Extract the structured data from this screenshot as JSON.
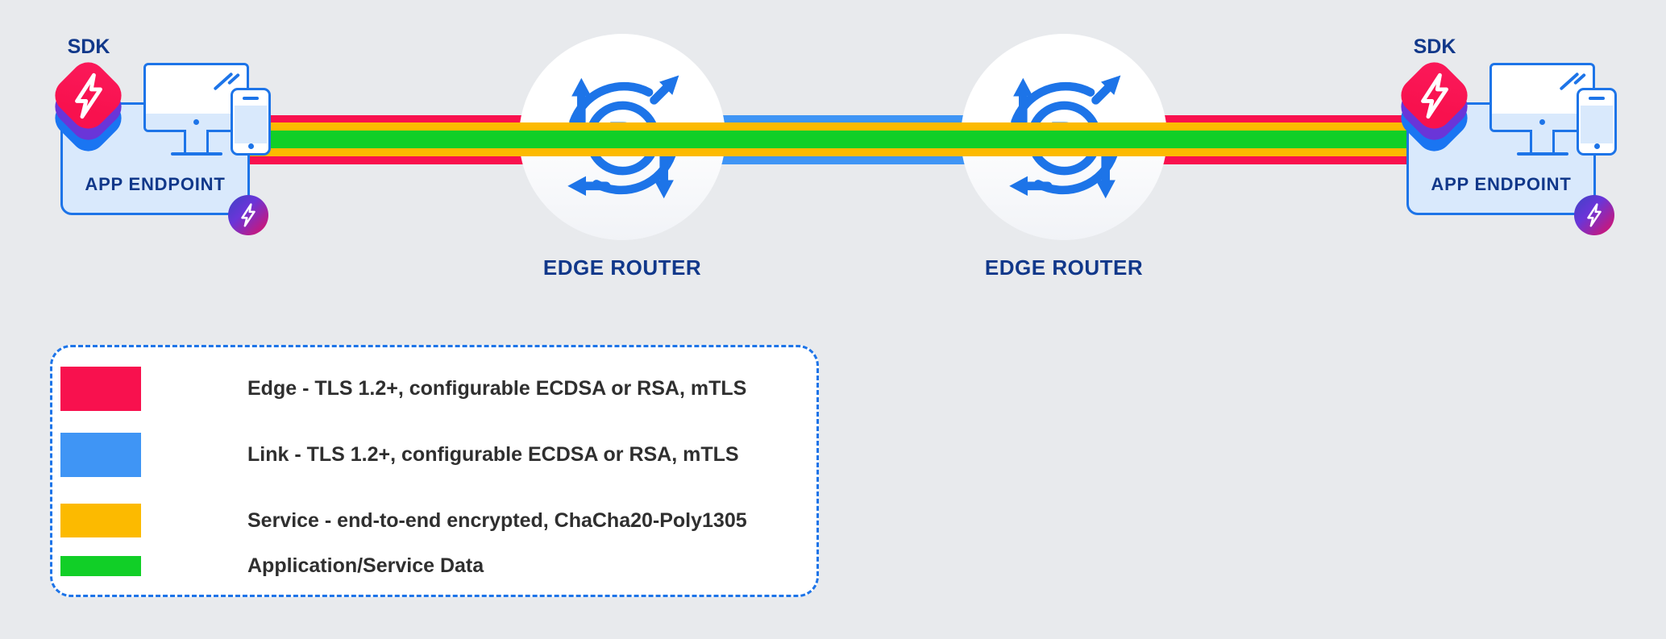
{
  "colors": {
    "bg": "#E8EAED",
    "blue": "#1D74E8",
    "light_blue": "#D9E9FC",
    "navy": "#11388A",
    "crimson": "#F8114E",
    "yellow": "#FCBA00",
    "green": "#11CF27",
    "link_blue": "#3F95F5",
    "purple": "#6A35D8",
    "stack_blue": "#1A75F2",
    "legend_text": "#2F2F2F"
  },
  "endpoints": {
    "left": {
      "sdk": "SDK",
      "label": "APP ENDPOINT"
    },
    "right": {
      "sdk": "SDK",
      "label": "APP ENDPOINT"
    }
  },
  "routers": {
    "left": {
      "label": "EDGE ROUTER",
      "letter": "R"
    },
    "right": {
      "label": "EDGE ROUTER",
      "letter": "R"
    }
  },
  "legend": {
    "items": [
      {
        "name": "edge",
        "color": "#F8114E",
        "height": 55,
        "label": "Edge - TLS 1.2+, configurable ECDSA or RSA, mTLS"
      },
      {
        "name": "link",
        "color": "#3F95F5",
        "height": 55,
        "label": "Link - TLS 1.2+, configurable ECDSA or RSA, mTLS"
      },
      {
        "name": "service",
        "color": "#FCBA00",
        "height": 42,
        "label": "Service - end-to-end encrypted, ChaCha20-Poly1305"
      },
      {
        "name": "data",
        "color": "#11CF27",
        "height": 25,
        "label": "Application/Service Data"
      }
    ]
  }
}
